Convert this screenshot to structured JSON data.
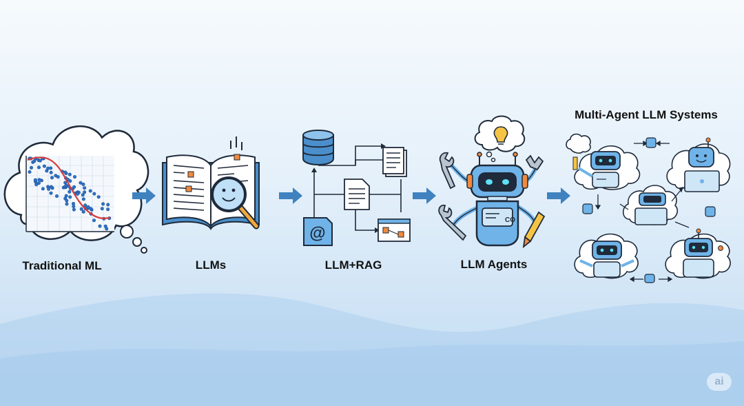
{
  "stages": [
    {
      "label": "Traditional ML",
      "icon": "thought-cloud-scatter-plot-icon"
    },
    {
      "label": "LLMs",
      "icon": "open-book-magnifier-icon"
    },
    {
      "label": "LLM+RAG",
      "icon": "retrieval-document-flow-icon"
    },
    {
      "label": "LLM Agents",
      "icon": "robot-with-tools-icon"
    },
    {
      "label": "Multi-Agent LLM Systems",
      "icon": "robot-network-icon"
    }
  ],
  "rag": {
    "email_symbol": "@"
  },
  "robot": {
    "panel_text": "CO"
  },
  "badge": {
    "text": "ai"
  },
  "colors": {
    "outline": "#1f2a3a",
    "robot_blue": "#6fb3e8",
    "robot_light": "#cfe6f7",
    "arrow": "#3f82bf",
    "accent_orange": "#f08a3e",
    "scatter_dot": "#2f73c9",
    "curve_red": "#d9383a",
    "bulb_yellow": "#f6c445"
  }
}
